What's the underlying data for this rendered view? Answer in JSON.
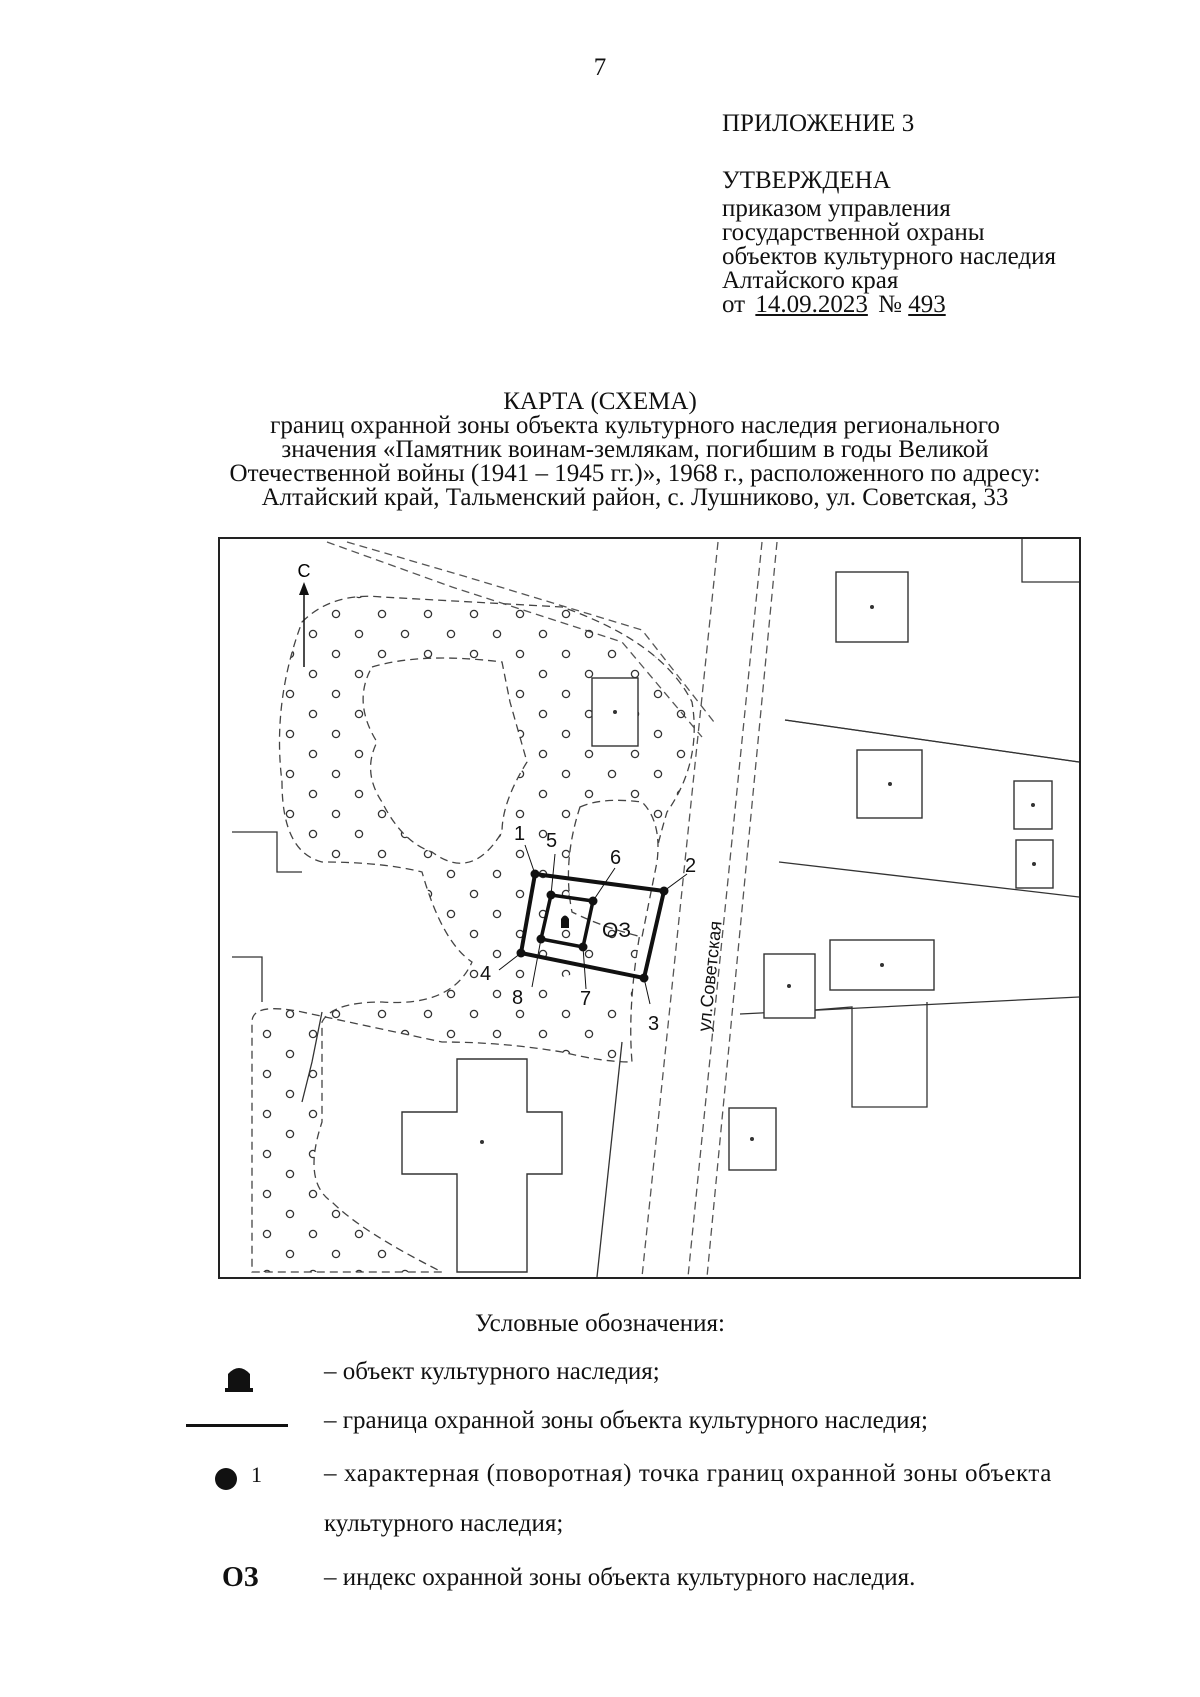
{
  "page_number": "7",
  "appendix": {
    "title": "ПРИЛОЖЕНИЕ 3",
    "approved": "УТВЕРЖДЕНА",
    "order_lines": [
      "приказом управления",
      "государственной охраны",
      "объектов культурного наследия",
      "Алтайского края"
    ],
    "date_prefix": "от",
    "date": "14.09.2023",
    "number_sign": "№",
    "number": "493"
  },
  "map_title": "КАРТА (СХЕМА)",
  "map_subtitle_lines": [
    "границ охранной зоны объекта культурного наследия регионального",
    "значения «Памятник воинам-землякам, погибшим в годы Великой",
    "Отечественной войны (1941 – 1945 гг.)», 1968 г., расположенного по адресу:",
    "Алтайский край, Тальменский район, с. Лушниково, ул. Советская, 33"
  ],
  "map": {
    "north_label": "С",
    "street_label": "ул.Советская",
    "zone_index": "ОЗ",
    "points": [
      "1",
      "2",
      "3",
      "4",
      "5",
      "6",
      "7",
      "8"
    ]
  },
  "legend": {
    "title": "Условные обозначения:",
    "items": [
      {
        "icon": "monument-icon",
        "text": "– объект культурного наследия;"
      },
      {
        "icon": "boundary-line-icon",
        "text": "– граница охранной зоны объекта культурного наследия;"
      },
      {
        "icon": "turning-point-icon",
        "symbol_label": "1",
        "text_line1": "– характерная (поворотная) точка границ охранной зоны объекта",
        "text_line2": "культурного наследия;"
      },
      {
        "icon": "zone-index-icon",
        "symbol_label": "ОЗ",
        "text": "– индекс охранной зоны объекта культурного наследия."
      }
    ]
  }
}
